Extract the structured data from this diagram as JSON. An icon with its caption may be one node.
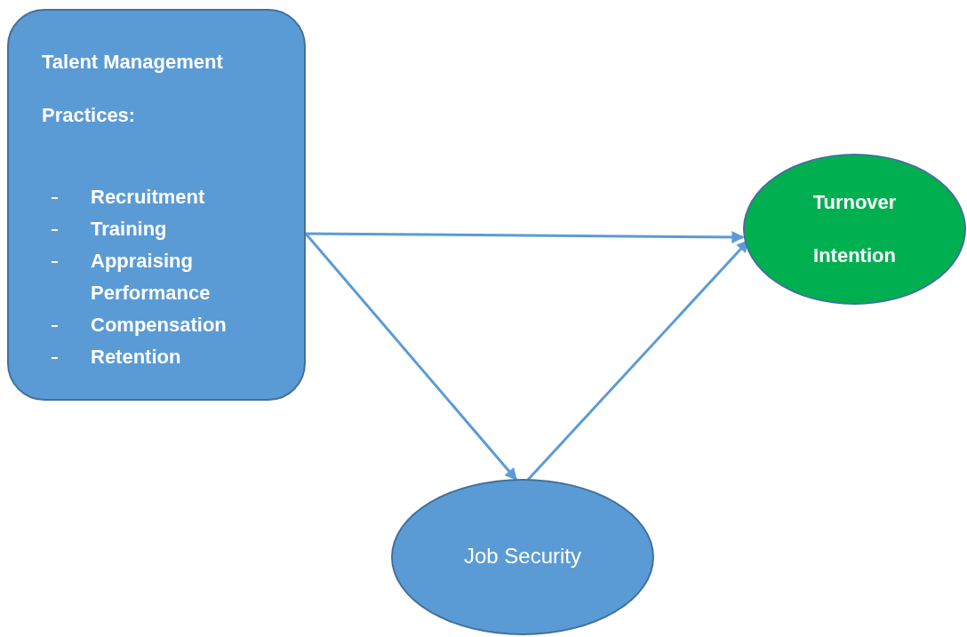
{
  "diagram": {
    "nodes": [
      {
        "text": [
          "Talent Management Practices:",
          "Recruitment",
          "Training",
          "Appraising Performance",
          "Compensation",
          "Retention"
        ]
      },
      {
        "text": [
          "Turnover Intention"
        ]
      },
      {
        "text": [
          "Job Security"
        ]
      }
    ],
    "edges": [
      {
        "from": 0,
        "to": 1,
        "arrow": "to"
      },
      {
        "from": 0,
        "to": 2,
        "arrow": "to"
      },
      {
        "from": 2,
        "to": 1,
        "arrow": "to"
      }
    ]
  }
}
